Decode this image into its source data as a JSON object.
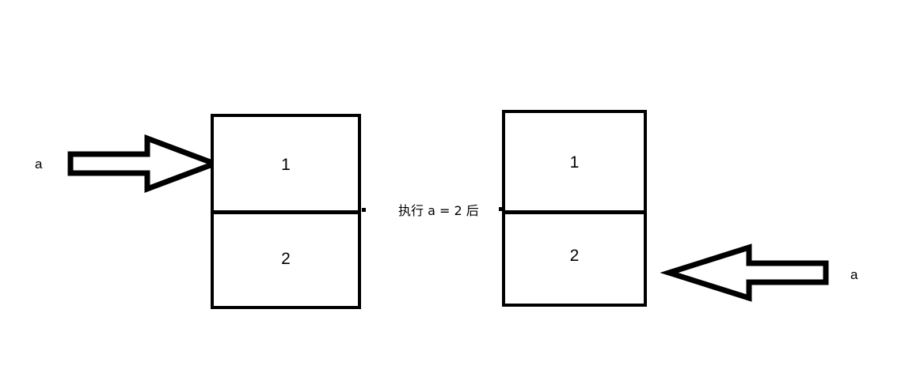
{
  "diagram": {
    "title": "执行 a = 2 后",
    "caption": {
      "text": "执行 a = 2 后"
    },
    "colors": {
      "stroke": "#000000",
      "fill": "#ffffff",
      "background": "#ffffff",
      "text": "#000000"
    },
    "before": {
      "label": "before-state",
      "variable_label": "a",
      "arrow_direction": "right",
      "memory_block": {
        "cells": [
          {
            "value": "1",
            "position": "top",
            "pointed_to": true
          },
          {
            "value": "2",
            "position": "bottom",
            "pointed_to": false
          }
        ]
      }
    },
    "after": {
      "label": "after-state",
      "variable_label": "a",
      "arrow_direction": "left",
      "memory_block": {
        "cells": [
          {
            "value": "1",
            "position": "top",
            "pointed_to": false
          },
          {
            "value": "2",
            "position": "bottom",
            "pointed_to": true
          }
        ]
      }
    }
  }
}
